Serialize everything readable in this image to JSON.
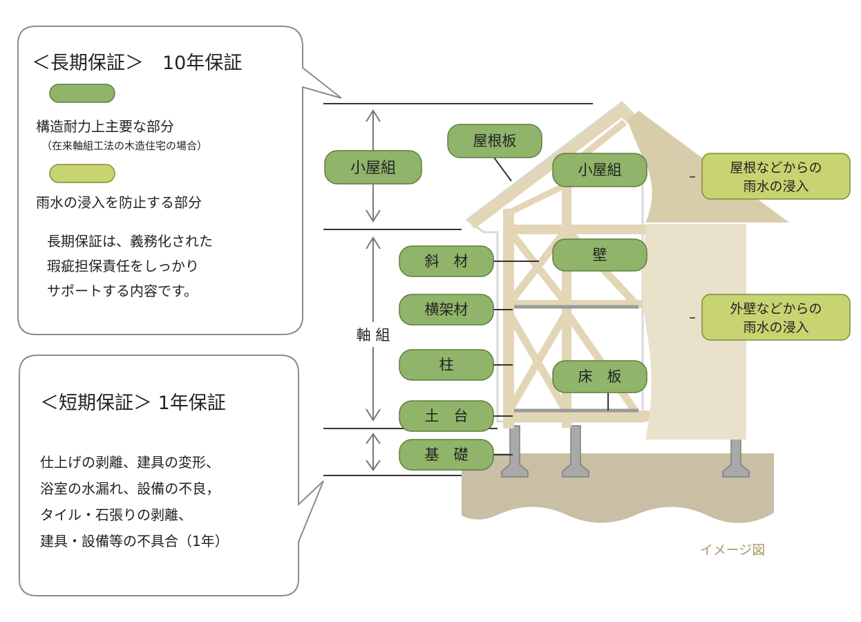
{
  "colors": {
    "structural": "#8fb46a",
    "rain": "#c8d472",
    "frame": "#e3d6b6",
    "wall": "#e9e1ca",
    "ground": "#c8bfa4",
    "text": "#222222"
  },
  "long_term": {
    "title": "＜長期保証＞　10年保証",
    "legend_structural": "構造耐力上主要な部分",
    "legend_structural_note": "（在来軸組工法の木造住宅の場合）",
    "legend_rain": "雨水の浸入を防止する部分",
    "desc": [
      "長期保証は、義務化された",
      "瑕疵担保責任をしっかり",
      "サポートする内容です。"
    ]
  },
  "short_term": {
    "title": "＜短期保証＞ 1年保証",
    "desc": [
      "仕上げの剥離、建具の変形、",
      "浴室の水漏れ、設備の不良，",
      "タイル・石張りの剥離、",
      "建具・設備等の不具合（1年）"
    ]
  },
  "sections": {
    "koyagumi": "小屋組",
    "jikugumi": "軸 組"
  },
  "parts": {
    "yaneita": "屋根板",
    "koyagumi": "小屋組",
    "shazai": "斜　材",
    "kabe": "壁",
    "yokokazai": "横架材",
    "hashira": "柱",
    "yukaita": "床　板",
    "dodai": "土　台",
    "kiso": "基　礎"
  },
  "rain_labels": {
    "roof": [
      "屋根などからの",
      "雨水の浸入"
    ],
    "wall": [
      "外壁などからの",
      "雨水の浸入"
    ]
  },
  "caption": "イメージ図"
}
